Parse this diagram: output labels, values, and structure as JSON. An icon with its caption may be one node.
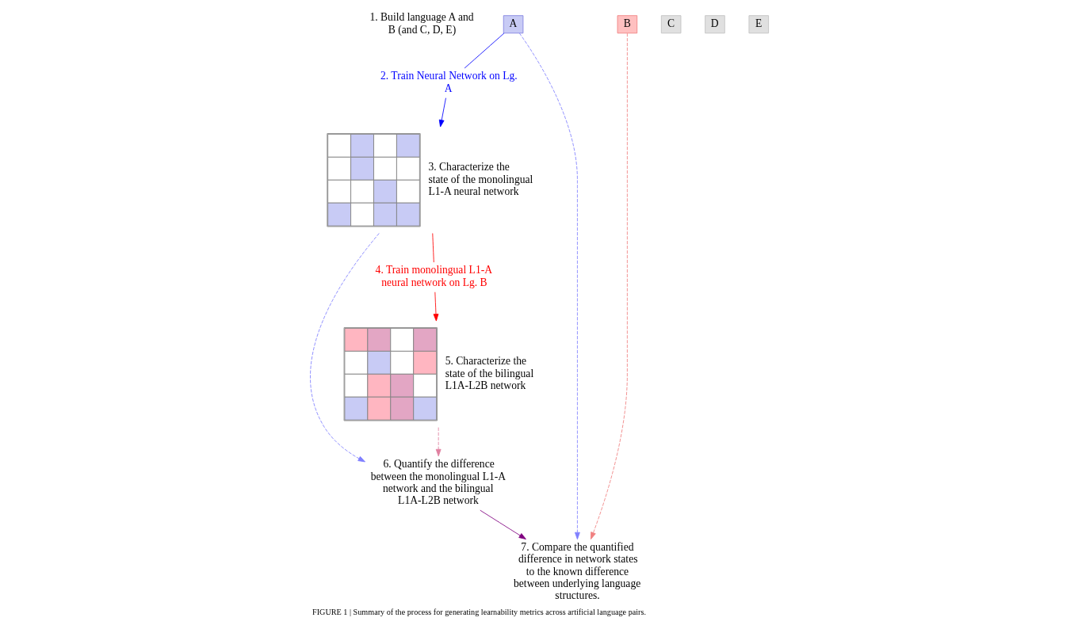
{
  "diagram": {
    "caption": "FIGURE 1 | Summary of the process for generating learnability metrics across artificial language pairs.",
    "nodes": [
      {
        "text": [
          "A"
        ]
      },
      {
        "text": [
          "B"
        ]
      },
      {
        "text": [
          "C"
        ]
      },
      {
        "text": [
          "D"
        ]
      },
      {
        "text": [
          "E"
        ]
      },
      {
        "text": [
          "2. Train Neural Network on Lg. A"
        ]
      },
      {
        "text": [
          "7. Compare the quantified difference in network states to the known difference between underlying language structures."
        ]
      },
      {
        "text": [],
        "shape": "grid",
        "beside": [
          "3. Characterize the state of the monolingual L1-A neural network"
        ]
      },
      {
        "text": [
          "6. Quantify the difference between the monolingual L1-A network and the bilingual L1A-L2B network"
        ]
      },
      {
        "text": [
          "4. Train monolingual L1-A neural network on Lg. B"
        ]
      },
      {
        "text": [],
        "shape": "grid",
        "beside": [
          "5. Characterize the state of the bilingual L1A-L2B network"
        ]
      }
    ],
    "edges": [
      {
        "from": 0,
        "to": 5,
        "arrow": "none",
        "color": "#0000ff"
      },
      {
        "from": 5,
        "to": 7,
        "arrow": "to",
        "color": "#0000ff"
      },
      {
        "from": 0,
        "to": 6,
        "arrow": "to",
        "style": "dashed",
        "color": "#8080ff"
      },
      {
        "from": 1,
        "to": 6,
        "arrow": "to",
        "style": "dashed",
        "color": "#f08080"
      },
      {
        "from": 7,
        "to": 9,
        "arrow": "none",
        "color": "#ff0000"
      },
      {
        "from": 9,
        "to": 10,
        "arrow": "to",
        "color": "#ff0000"
      },
      {
        "from": 7,
        "to": 8,
        "arrow": "to",
        "style": "dashed",
        "color": "#8080ff"
      },
      {
        "from": 10,
        "to": 8,
        "arrow": "to",
        "style": "dashed",
        "color": "#e080a0"
      },
      {
        "from": 8,
        "to": 6,
        "arrow": "to",
        "color": "#800080"
      }
    ],
    "labels": [
      "1. Build language A and B (and C, D, E)"
    ]
  }
}
